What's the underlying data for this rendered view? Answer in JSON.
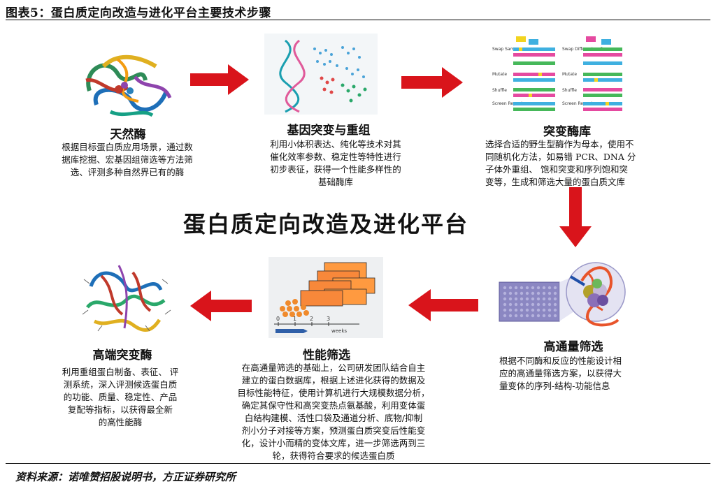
{
  "figure_title": "图表5：蛋白质定向改造与进化平台主要技术步骤",
  "center_title": "蛋白质定向改造及进化平台",
  "source": "资料来源：诺唯赞招股说明书，方正证券研究所",
  "steps": [
    {
      "label": "天然酶",
      "desc_lines": [
        "根据目标蛋白质应用场景，通过数",
        "据库挖掘、宏基因组筛选等方法筛",
        "选、评测多种自然界已有的酶"
      ]
    },
    {
      "label": "基因突变与重组",
      "desc_lines": [
        "利用小体积表达、纯化等技术对其",
        "催化效率参数、稳定性等特性进行",
        "初步表征，获得一个性能多样性的",
        "基础酶库"
      ]
    },
    {
      "label": "突变酶库",
      "desc_lines": [
        "选择合适的野生型酶作为母本，使用不",
        "同随机化方法，如易错 PCR、DNA 分",
        "子体外重组、 饱和突变和序列饱和突",
        "变等，生成和筛选大量的蛋白质文库"
      ],
      "image_labels": [
        "Swap Same",
        "Swap Different or Same",
        "Mutate",
        "Mutate",
        "Shuffle",
        "Shuffle",
        "Screen Repeat",
        "Screen Repeat"
      ]
    },
    {
      "label": "高通量筛选",
      "desc_lines": [
        "根据不同酶和反应的性能设计相",
        "应的高通量筛选方案，以获得大",
        "量变体的序列-结构-功能信息"
      ]
    },
    {
      "label": "性能筛选",
      "desc_lines": [
        "在高通量筛选的基础上，公司研发团队结合自主",
        "建立的蛋白数据库，根据上述进化获得的数据及",
        "目标性能特征，使用计算机进行大规模数据分析，",
        "确定其保守性和高突变热点氨基酸，利用变体蛋",
        "白结构建模、活性口袋及通道分析、底物/抑制",
        "剂小分子对接等方案，预测蛋白质突变后性能变",
        "化，设计小而精的变体文库，进一步筛选两到三",
        "轮，获得符合要求的候选蛋白质"
      ],
      "image_axis": {
        "ticks": [
          "0",
          "1",
          "2",
          "3"
        ],
        "unit": "weeks"
      }
    },
    {
      "label": "高端突变酶",
      "desc_lines": [
        "利用重组蛋白制备、表征、 评",
        "测系统，深入评测候选蛋白质",
        "的功能、质量、稳定性、产品",
        "复配等指标，以获得最全新",
        "的高性能酶"
      ]
    }
  ],
  "colors": {
    "arrow": "#d9141b",
    "plate": "#8b87c2",
    "orange": "#f08a2c",
    "timeline": "#2f5fa8"
  }
}
